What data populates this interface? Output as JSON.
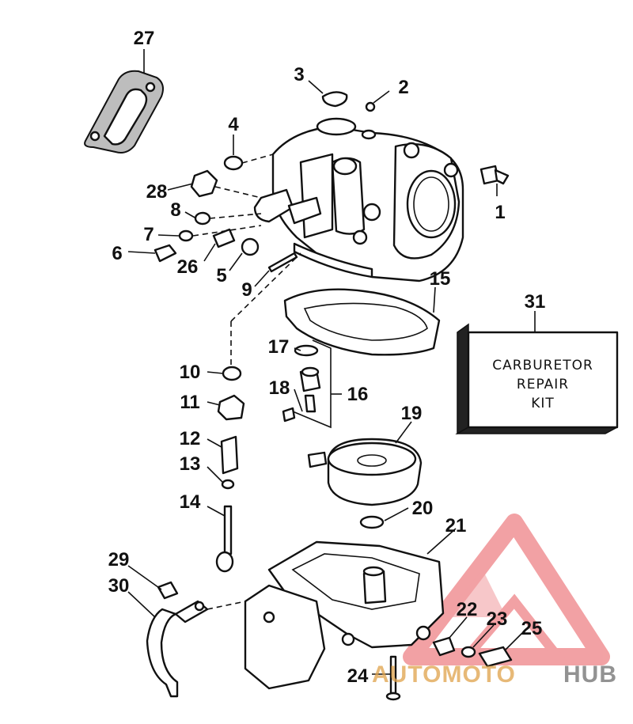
{
  "labels": {
    "n1": "1",
    "n2": "2",
    "n3": "3",
    "n4": "4",
    "n5": "5",
    "n6": "6",
    "n7": "7",
    "n8": "8",
    "n9": "9",
    "n10": "10",
    "n11": "11",
    "n12": "12",
    "n13": "13",
    "n14": "14",
    "n15": "15",
    "n16": "16",
    "n17": "17",
    "n18": "18",
    "n19": "19",
    "n20": "20",
    "n21": "21",
    "n22": "22",
    "n23": "23",
    "n24": "24",
    "n25": "25",
    "n26": "26",
    "n27": "27",
    "n28": "28",
    "n29": "29",
    "n30": "30",
    "n31": "31"
  },
  "kit_box": {
    "line1": "CARBURETOR",
    "line2": "REPAIR",
    "line3": "KIT"
  },
  "watermark": {
    "part1": "AUTOMOTO",
    "part2": "HUB"
  },
  "colors": {
    "line": "#111111",
    "background": "#ffffff",
    "watermark_red": "#e8555a",
    "watermark_gold": "#e0a24a",
    "watermark_gray": "#6e6e6e"
  }
}
